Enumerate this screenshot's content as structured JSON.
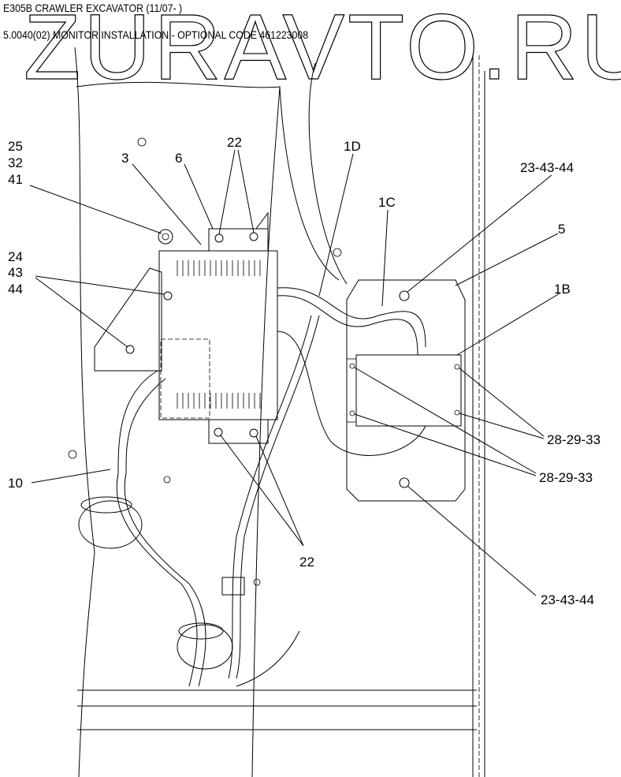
{
  "header": {
    "title": "E305B CRAWLER EXCAVATOR (11/07- )",
    "subtitle": "5.0040(02) MONITOR INSTALLATION - OPTIONAL CODE 461223008"
  },
  "watermark": "ZURAVTO.RU",
  "callouts": {
    "c25_32_41": [
      "25",
      "32",
      "41"
    ],
    "c3": "3",
    "c6": "6",
    "c22_top": "22",
    "c1D": "1D",
    "c23_43_44_top": "23-43-44",
    "c1C": "1C",
    "c5": "5",
    "c1B": "1B",
    "c24_43_44": [
      "24",
      "43",
      "44"
    ],
    "c28_29_33_a": "28-29-33",
    "c28_29_33_b": "28-29-33",
    "c10": "10",
    "c22_bottom": "22",
    "c23_43_44_bottom": "23-43-44"
  }
}
